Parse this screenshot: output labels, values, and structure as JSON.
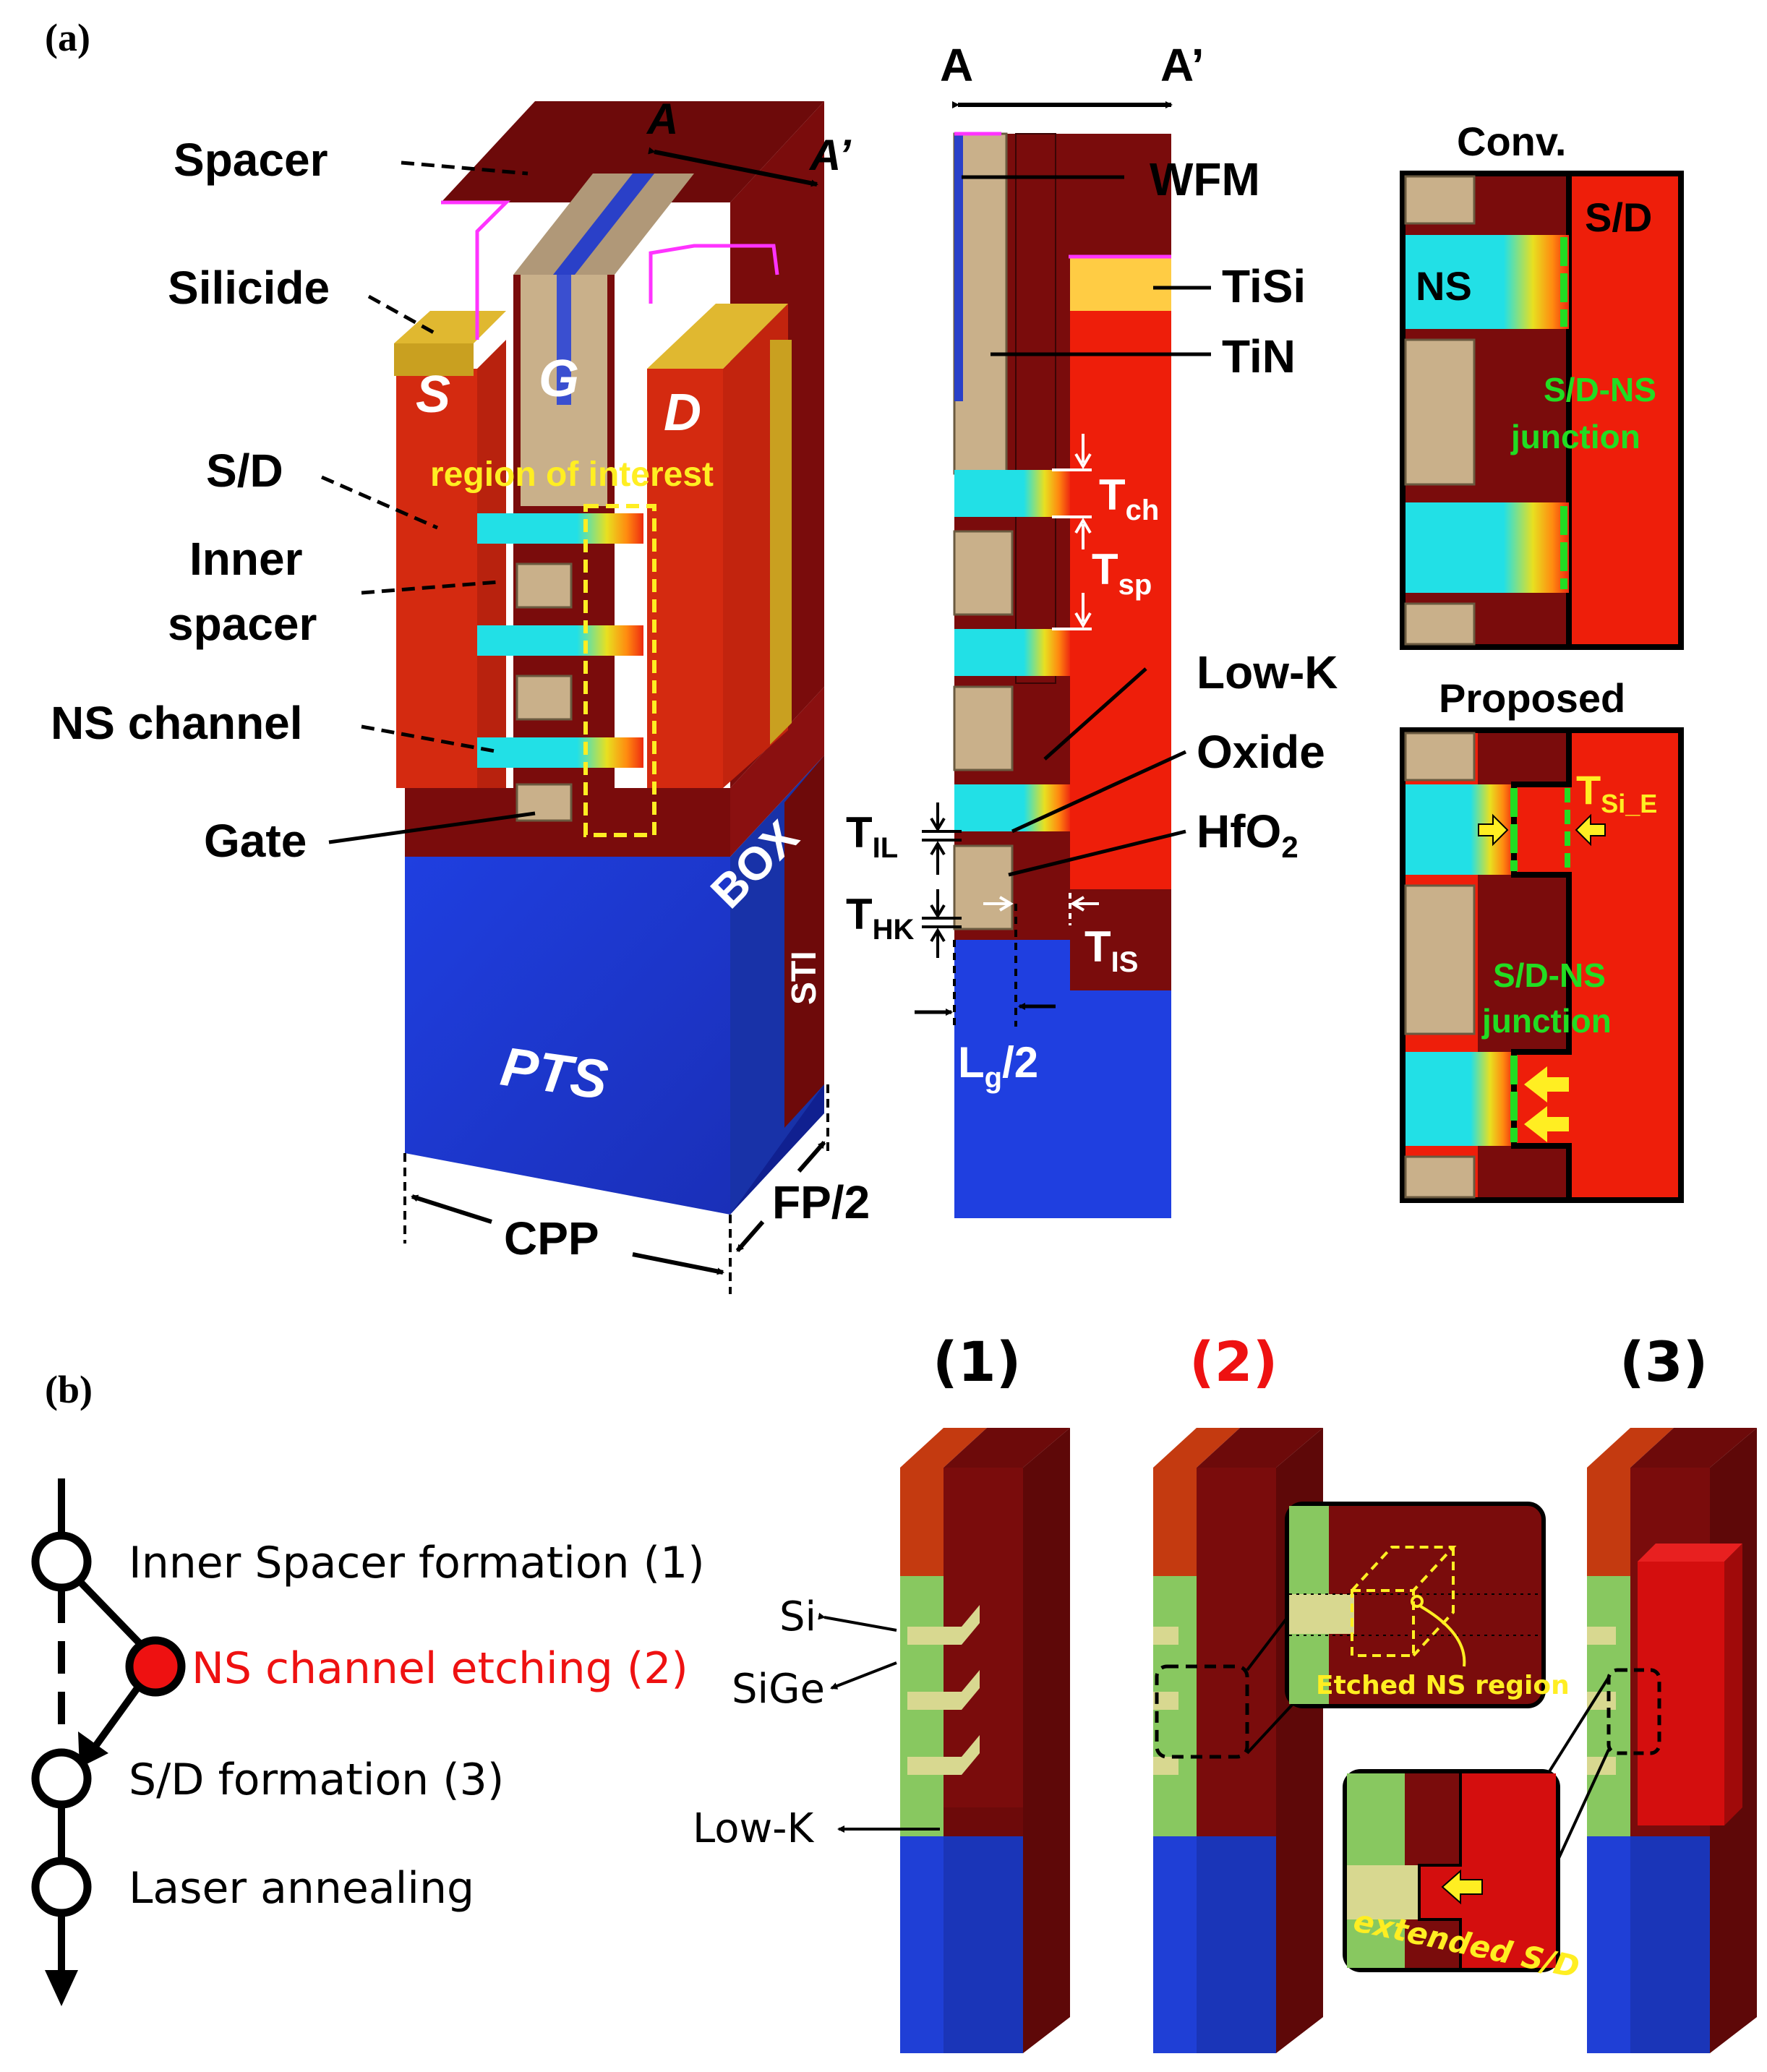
{
  "panel_a": {
    "tag": "(a)",
    "device3d": {
      "section_a": "A",
      "section_a_prime": "A’",
      "labels": {
        "spacer": "Spacer",
        "silicide": "Silicide",
        "sd": "S/D",
        "inner_spacer_1": "Inner",
        "inner_spacer_2": "spacer",
        "ns_channel": "NS channel",
        "gate": "Gate",
        "region_of_interest": "region of interest",
        "source": "S",
        "gate_letter": "G",
        "drain": "D",
        "box": "BOX",
        "sti": "STI",
        "pts": "PTS",
        "cpp": "CPP",
        "fp_half": "FP/2"
      }
    },
    "cross_section": {
      "a": "A",
      "a_prime": "A’",
      "wfm": "WFM",
      "tisi": "TiSi",
      "tin": "TiN",
      "t_ch": "T",
      "t_ch_sub": "ch",
      "t_sp": "T",
      "t_sp_sub": "sp",
      "low_k": "Low-K",
      "oxide": "Oxide",
      "hfo2": "HfO",
      "hfo2_sub": "2",
      "t_il": "T",
      "t_il_sub": "IL",
      "t_hk": "T",
      "t_hk_sub": "HK",
      "t_is": "T",
      "t_is_sub": "IS",
      "lg_half": "L",
      "lg_sub": "g",
      "lg_tail": "/2"
    },
    "conv": {
      "title": "Conv.",
      "sd": "S/D",
      "ns": "NS",
      "junction_1": "S/D-NS",
      "junction_2": "junction"
    },
    "proposed": {
      "title": "Proposed",
      "t_si": "T",
      "t_si_sub": "Si_E",
      "junction_1": "S/D-NS",
      "junction_2": "junction"
    }
  },
  "panel_b": {
    "tag": "(b)",
    "flow": [
      {
        "label": "Inner Spacer formation (1)",
        "highlight": false
      },
      {
        "label": "NS channel etching (2)",
        "highlight": true
      },
      {
        "label": "S/D formation (3)",
        "highlight": false
      },
      {
        "label": "Laser annealing",
        "highlight": false
      }
    ],
    "steps": {
      "s1": "(1)",
      "s2": "(2)",
      "s3": "(3)"
    },
    "layer_labels": {
      "si": "Si",
      "sige": "SiGe",
      "low_k": "Low-K"
    },
    "callouts": {
      "etched": "Etched NS region",
      "extended": "extended  S/D"
    }
  },
  "colors": {
    "dark_red": "#7a0c0c",
    "sd_red": "#d42a10",
    "bright_red": "#ee1e0a",
    "tan": "#c9b08a",
    "cyan": "#22e0e6",
    "blue": "#1f3fd6",
    "silicide": "#c9a020",
    "tisi": "#ffcc44",
    "green_junction": "#22dd22",
    "yellow": "#ffee22",
    "highlight_red": "#ee1111",
    "magenta": "#ff33ff"
  }
}
